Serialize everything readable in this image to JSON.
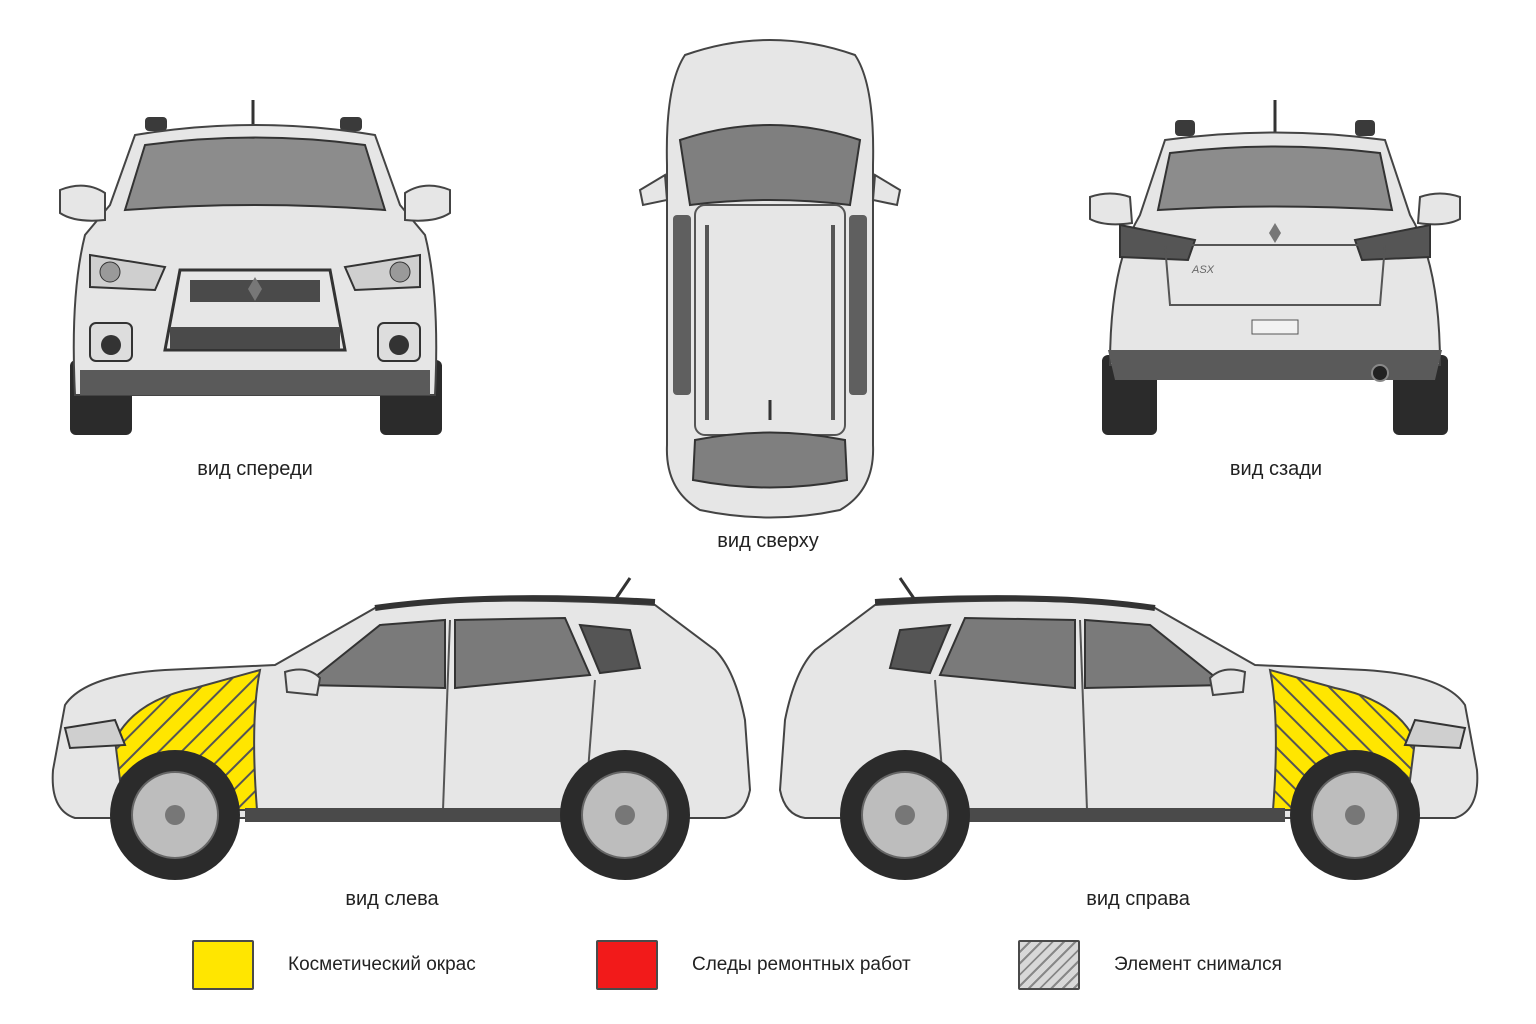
{
  "views": {
    "front": {
      "caption": "вид спереди"
    },
    "top": {
      "caption": "вид сверху"
    },
    "rear": {
      "caption": "вид сзади",
      "badge": "ASX"
    },
    "left": {
      "caption": "вид слева",
      "damage": "cosmetic_paint",
      "panel": "front-left-fender"
    },
    "right": {
      "caption": "вид справа",
      "damage": "cosmetic_paint",
      "panel": "front-right-fender"
    }
  },
  "legend": [
    {
      "key": "cosmetic_paint",
      "label": "Косметический окрас",
      "color": "#FFE600",
      "pattern": "solid"
    },
    {
      "key": "repair_traces",
      "label": "Следы ремонтных работ",
      "color": "#F21A1A",
      "pattern": "solid"
    },
    {
      "key": "element_removed",
      "label": "Элемент снимался",
      "color": "#C9C9C9",
      "pattern": "hatched"
    }
  ],
  "colors": {
    "body": "#E6E6E6",
    "glass": "#8C8C8C",
    "trim": "#3A3A3A",
    "tire": "#2B2B2B",
    "rim": "#BDBDBD",
    "hatch": "#555555"
  }
}
